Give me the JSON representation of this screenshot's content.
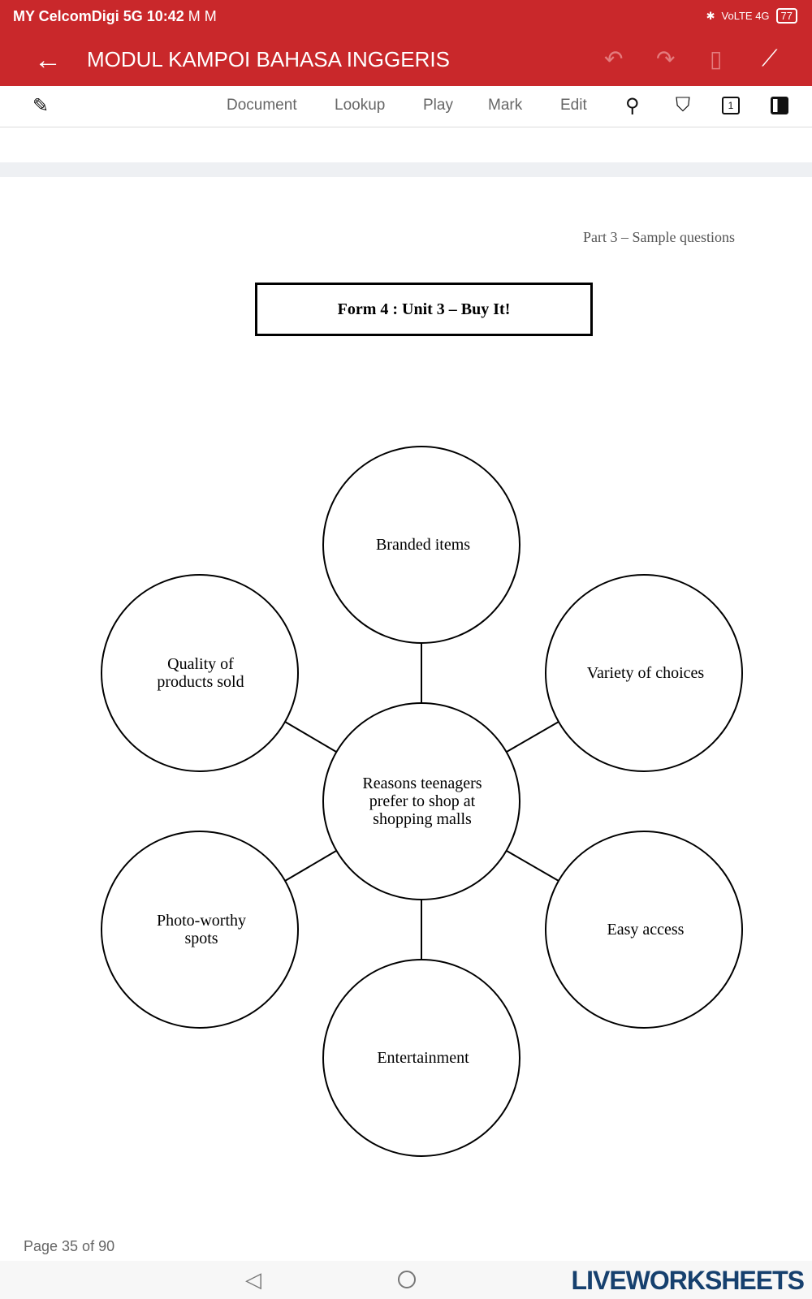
{
  "status": {
    "carrier": "MY CelcomDigi 5G",
    "time": "10:42",
    "mail_icons": "M M",
    "network": "VoLTE 4G",
    "battery": "77"
  },
  "header": {
    "title": "MODUL KAMPOI BAHASA INGGERIS"
  },
  "toolbar": {
    "items": [
      "Document",
      "Lookup",
      "Play",
      "Mark",
      "Edit"
    ],
    "page_badge": "1"
  },
  "doc": {
    "part": "Part 3 – Sample questions",
    "unit": "Form 4 : Unit 3 – Buy It!",
    "center": "Reasons teenagers prefer to shop at shopping malls",
    "nodes": [
      "Branded items",
      "Quality of products sold",
      "Variety of choices",
      "Photo-worthy spots",
      "Easy access",
      "Entertainment"
    ]
  },
  "footer": {
    "page": "Page 35 of 90",
    "brand": "LIVEWORKSHEETS"
  }
}
